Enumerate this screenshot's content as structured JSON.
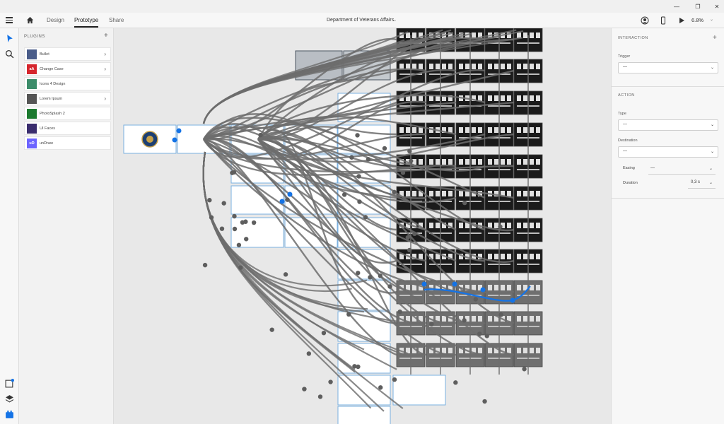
{
  "window": {
    "minimize": "—",
    "restore": "❐",
    "close": "✕"
  },
  "header": {
    "tabs": [
      {
        "label": "Design"
      },
      {
        "label": "Prototype"
      },
      {
        "label": "Share"
      }
    ],
    "active_tab": "Prototype",
    "document_title": "Department of Veterans Affairs",
    "zoom": "6.8%"
  },
  "plugins": {
    "title": "PLUGINS",
    "items": [
      {
        "label": "Bullet",
        "icon": "bullet-list-icon",
        "color": "#4a5d8a",
        "has_submenu": true
      },
      {
        "label": "Change Case",
        "icon": "change-case-icon",
        "color": "#d6262d",
        "glyph": "aA",
        "has_submenu": true
      },
      {
        "label": "Icons 4 Design",
        "icon": "coffee-cup-icon",
        "color": "#3c8c6a",
        "has_submenu": false
      },
      {
        "label": "Lorem Ipsum",
        "icon": "lorem-ipsum-icon",
        "color": "#555555",
        "has_submenu": true
      },
      {
        "label": "PhotoSplash 2",
        "icon": "photosplash-icon",
        "color": "#1c7a2f",
        "has_submenu": false
      },
      {
        "label": "UI Faces",
        "icon": "ui-faces-icon",
        "color": "#3a2d6e",
        "has_submenu": false
      },
      {
        "label": "unDraw",
        "icon": "undraw-icon",
        "color": "#6c63ff",
        "glyph": "uD",
        "has_submenu": false
      }
    ]
  },
  "right_panel": {
    "interaction_title": "INTERACTION",
    "trigger_label": "Trigger",
    "trigger_value": "—",
    "action_title": "ACTION",
    "type_label": "Type",
    "type_value": "—",
    "destination_label": "Destination",
    "destination_value": "—",
    "easing_label": "Easing",
    "easing_value": "—",
    "duration_label": "Duration",
    "duration_value": "0,3 s"
  },
  "colors": {
    "accent": "#1473e6",
    "wire": "#6d6d6d",
    "artboard_border": "#7ab0e0"
  }
}
